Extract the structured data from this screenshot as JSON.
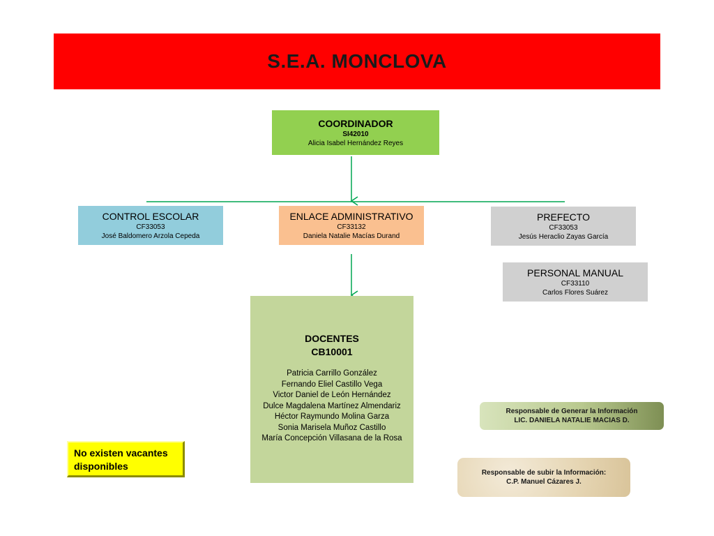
{
  "banner": {
    "title": "S.E.A. MONCLOVA"
  },
  "coordinador": {
    "title": "COORDINADOR",
    "code": "SI42010",
    "name": "Alicia Isabel Hernández Reyes"
  },
  "control_escolar": {
    "title": "CONTROL ESCOLAR",
    "code": "CF33053",
    "name": "José Baldomero Arzola Cepeda"
  },
  "enlace_administrativo": {
    "title": "ENLACE ADMINISTRATIVO",
    "code": "CF33132",
    "name": "Daniela Natalie Macías Durand"
  },
  "prefecto": {
    "title": "PREFECTO",
    "code": "CF33053",
    "name": "Jesús Heraclio Zayas García"
  },
  "personal_manual": {
    "title": "PERSONAL MANUAL",
    "code": "CF33110",
    "name": "Carlos Flores Suárez"
  },
  "docentes": {
    "title": "DOCENTES",
    "code": "CB10001",
    "members": [
      "Patricia Carrillo González",
      "Fernando Eliel Castillo Vega",
      "Victor Daniel de León Hernández",
      "Dulce Magdalena Martínez Almendariz",
      "Héctor Raymundo Molina Garza",
      "Sonia Marisela Muñoz Castillo",
      "María Concepción Villasana de la Rosa"
    ]
  },
  "vacantes": {
    "line1": "No existen vacantes",
    "line2": "disponibles"
  },
  "responsable_generar": {
    "label": "Responsable de Generar la Información",
    "name": "LIC. DANIELA NATALIE MACIAS D."
  },
  "responsable_subir": {
    "label": "Responsable de subir la Información:",
    "name": "C.P. Manuel Cázares J."
  },
  "colors": {
    "banner": "#ff0000",
    "coordinador": "#92d050",
    "control_escolar": "#92cddc",
    "enlace_administrativo": "#fac090",
    "prefecto": "#d0d0d0",
    "docentes": "#c3d69b",
    "connector": "#00a651",
    "vacantes": "#ffff00"
  }
}
